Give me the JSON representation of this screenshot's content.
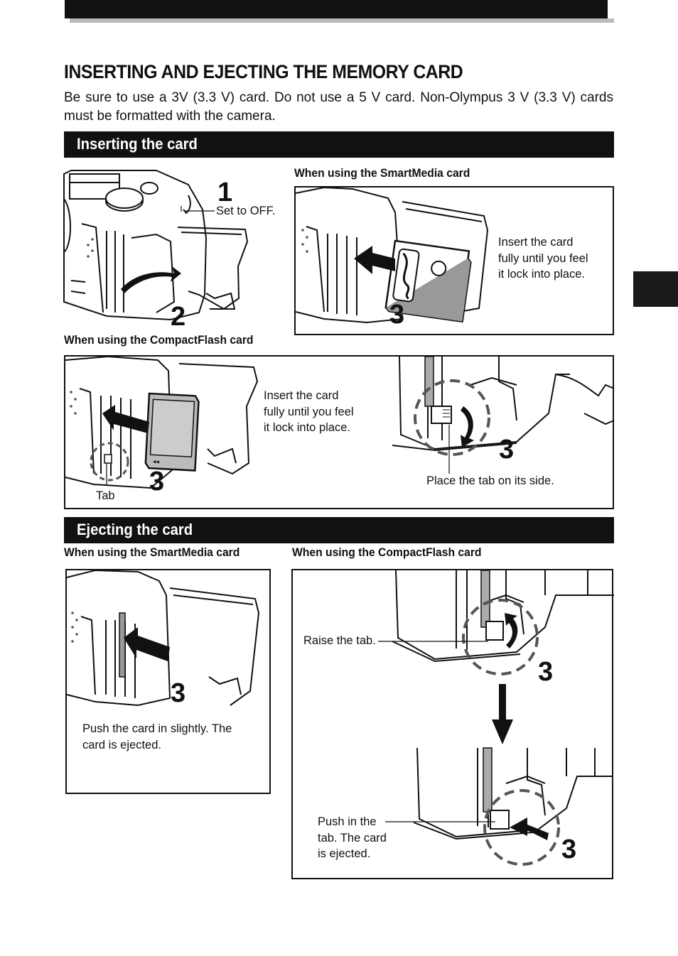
{
  "page": {
    "title": "INSERTING AND EJECTING THE MEMORY CARD",
    "intro": "Be sure to use a 3V (3.3 V) card. Do not use a 5 V card. Non-Olympus 3 V (3.3 V) cards must be formatted with the camera."
  },
  "inserting": {
    "heading": "Inserting the card",
    "step1_label": "1",
    "step2_label": "2",
    "set_off": "Set to OFF.",
    "smartmedia": {
      "subheading": "When using the SmartMedia card",
      "caption": [
        "Insert the card",
        "fully until you feel",
        "it lock into place."
      ],
      "step": "3"
    },
    "compactflash": {
      "subheading": "When using the CompactFlash card",
      "caption": [
        "Insert the card",
        "fully until you feel",
        "it lock into place."
      ],
      "step": "3",
      "tab_label": "Tab",
      "tab_caption": "Place the tab on its side.",
      "step_b": "3"
    }
  },
  "ejecting": {
    "heading": "Ejecting the card",
    "smartmedia": {
      "subheading": "When using the SmartMedia card",
      "caption": [
        "Push the card in slightly. The",
        "card is ejected."
      ],
      "step": "3"
    },
    "compactflash": {
      "subheading": "When using the CompactFlash card",
      "raise": "Raise the tab.",
      "push": [
        "Push in the",
        "tab. The card",
        "is ejected."
      ],
      "step_a": "3",
      "step_b": "3"
    }
  }
}
